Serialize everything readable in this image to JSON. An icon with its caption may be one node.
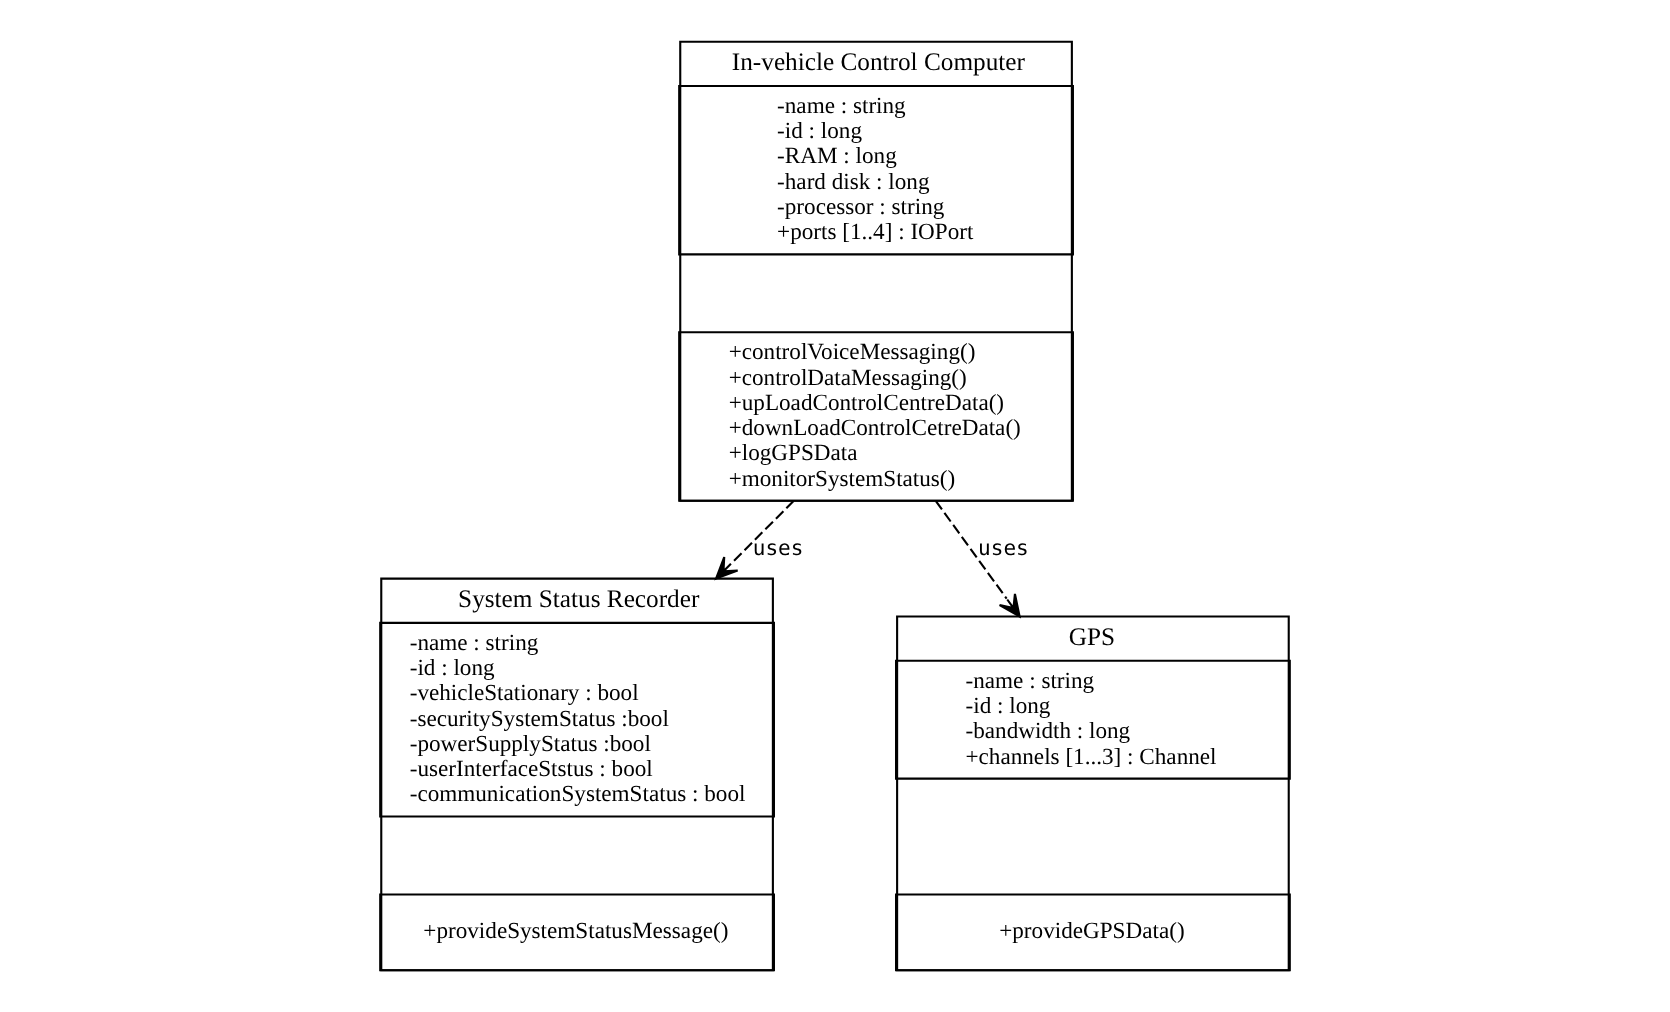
{
  "diagram": {
    "nodes": [
      {
        "text": [
          "In-vehicle Control Computer"
        ]
      },
      {
        "text": [
          "-name : string",
          "-id : long",
          "-RAM : long",
          "-hard disk : long",
          "-processor : string",
          "+ports [1..4] : IOPort"
        ],
        "in": 0
      },
      {
        "text": [
          "+controlVoiceMessaging()",
          "+controlDataMessaging()",
          "+upLoadControlCentreData()",
          "+downLoadControlCetreData()",
          "+logGPSData",
          "+monitorSystemStatus()"
        ],
        "in": 0
      },
      {
        "text": [
          "System Status Recorder"
        ]
      },
      {
        "text": [
          "-name : string",
          "-id : long",
          "-vehicleStationary : bool",
          "-securitySystemStatus :bool",
          "-powerSupplyStatus :bool",
          "-userInterfaceStstus : bool",
          "-communicationSystemStatus : bool"
        ],
        "in": 3
      },
      {
        "text": [
          "+provideSystemStatusMessage()"
        ],
        "in": 3
      },
      {
        "text": [
          "GPS"
        ]
      },
      {
        "text": [
          "-name : string",
          "-id : long",
          "-bandwidth : long",
          "+channels [1...3] : Channel"
        ],
        "in": 6
      },
      {
        "text": [
          "+provideGPSData()"
        ],
        "in": 6
      }
    ],
    "edges": [
      {
        "from": 0,
        "to": 3,
        "arrow": "to",
        "label": "uses",
        "style": "dashed"
      },
      {
        "from": 0,
        "to": 6,
        "arrow": "to",
        "label": "uses",
        "style": "dashed"
      }
    ]
  }
}
